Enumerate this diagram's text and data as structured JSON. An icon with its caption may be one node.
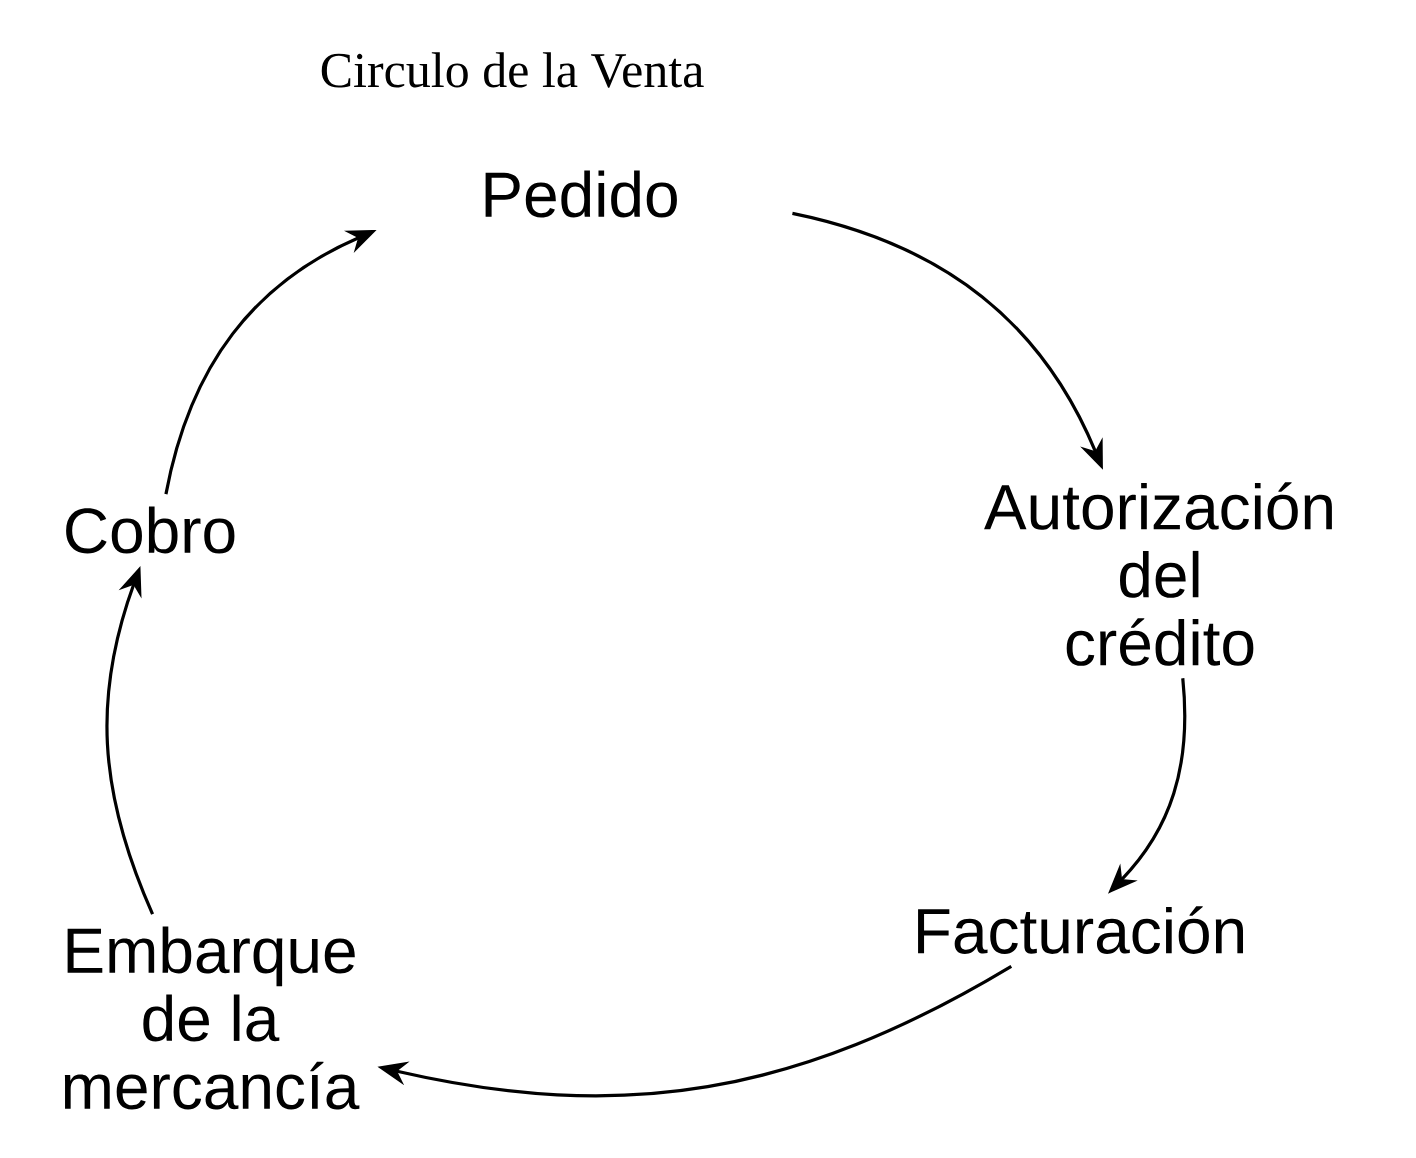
{
  "diagram": {
    "title": "Circulo de la Venta",
    "nodes": [
      {
        "text": [
          "Pedido"
        ]
      },
      {
        "text": [
          "Autorización del crédito"
        ]
      },
      {
        "text": [
          "Facturación"
        ]
      },
      {
        "text": [
          "Embarque de la mercancía"
        ]
      },
      {
        "text": [
          "Cobro"
        ]
      }
    ],
    "edges": [
      {
        "from": 0,
        "to": 1,
        "arrow": "to"
      },
      {
        "from": 1,
        "to": 2,
        "arrow": "to"
      },
      {
        "from": 2,
        "to": 3,
        "arrow": "to"
      },
      {
        "from": 3,
        "to": 4,
        "arrow": "to"
      },
      {
        "from": 4,
        "to": 0,
        "arrow": "to"
      }
    ]
  }
}
